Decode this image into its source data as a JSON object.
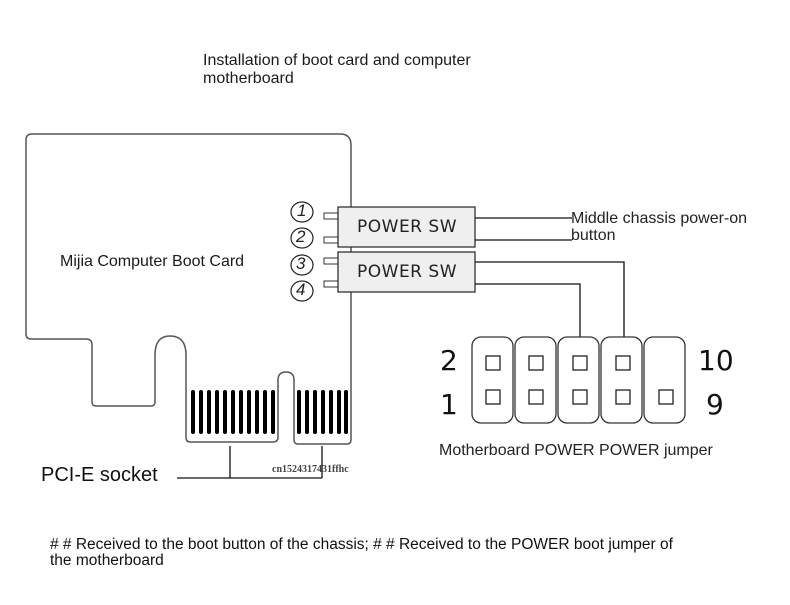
{
  "title": {
    "line1": "Installation of boot card and computer",
    "line2": "motherboard"
  },
  "boot_card": {
    "label": "Mijia Computer Boot Card",
    "pins": [
      "1",
      "2",
      "3",
      "4"
    ],
    "switches": [
      {
        "label": "POWER  SW"
      },
      {
        "label": "POWER  SW"
      }
    ]
  },
  "chassis": {
    "line1": "Middle chassis power-on",
    "line2": "button"
  },
  "jumper": {
    "title": "Motherboard POWER POWER jumper",
    "left_top": "2",
    "left_bottom": "1",
    "right_top": "10",
    "right_bottom": "9",
    "columns": 5,
    "connected_top_pins": [
      3,
      4
    ]
  },
  "pcie": {
    "label": "PCI-E socket"
  },
  "watermark": "cn1524317431ffhc",
  "note": {
    "line1": "# # Received to the boot button of the chassis; # # Received to the POWER boot jumper of",
    "line2": "the motherboard"
  }
}
